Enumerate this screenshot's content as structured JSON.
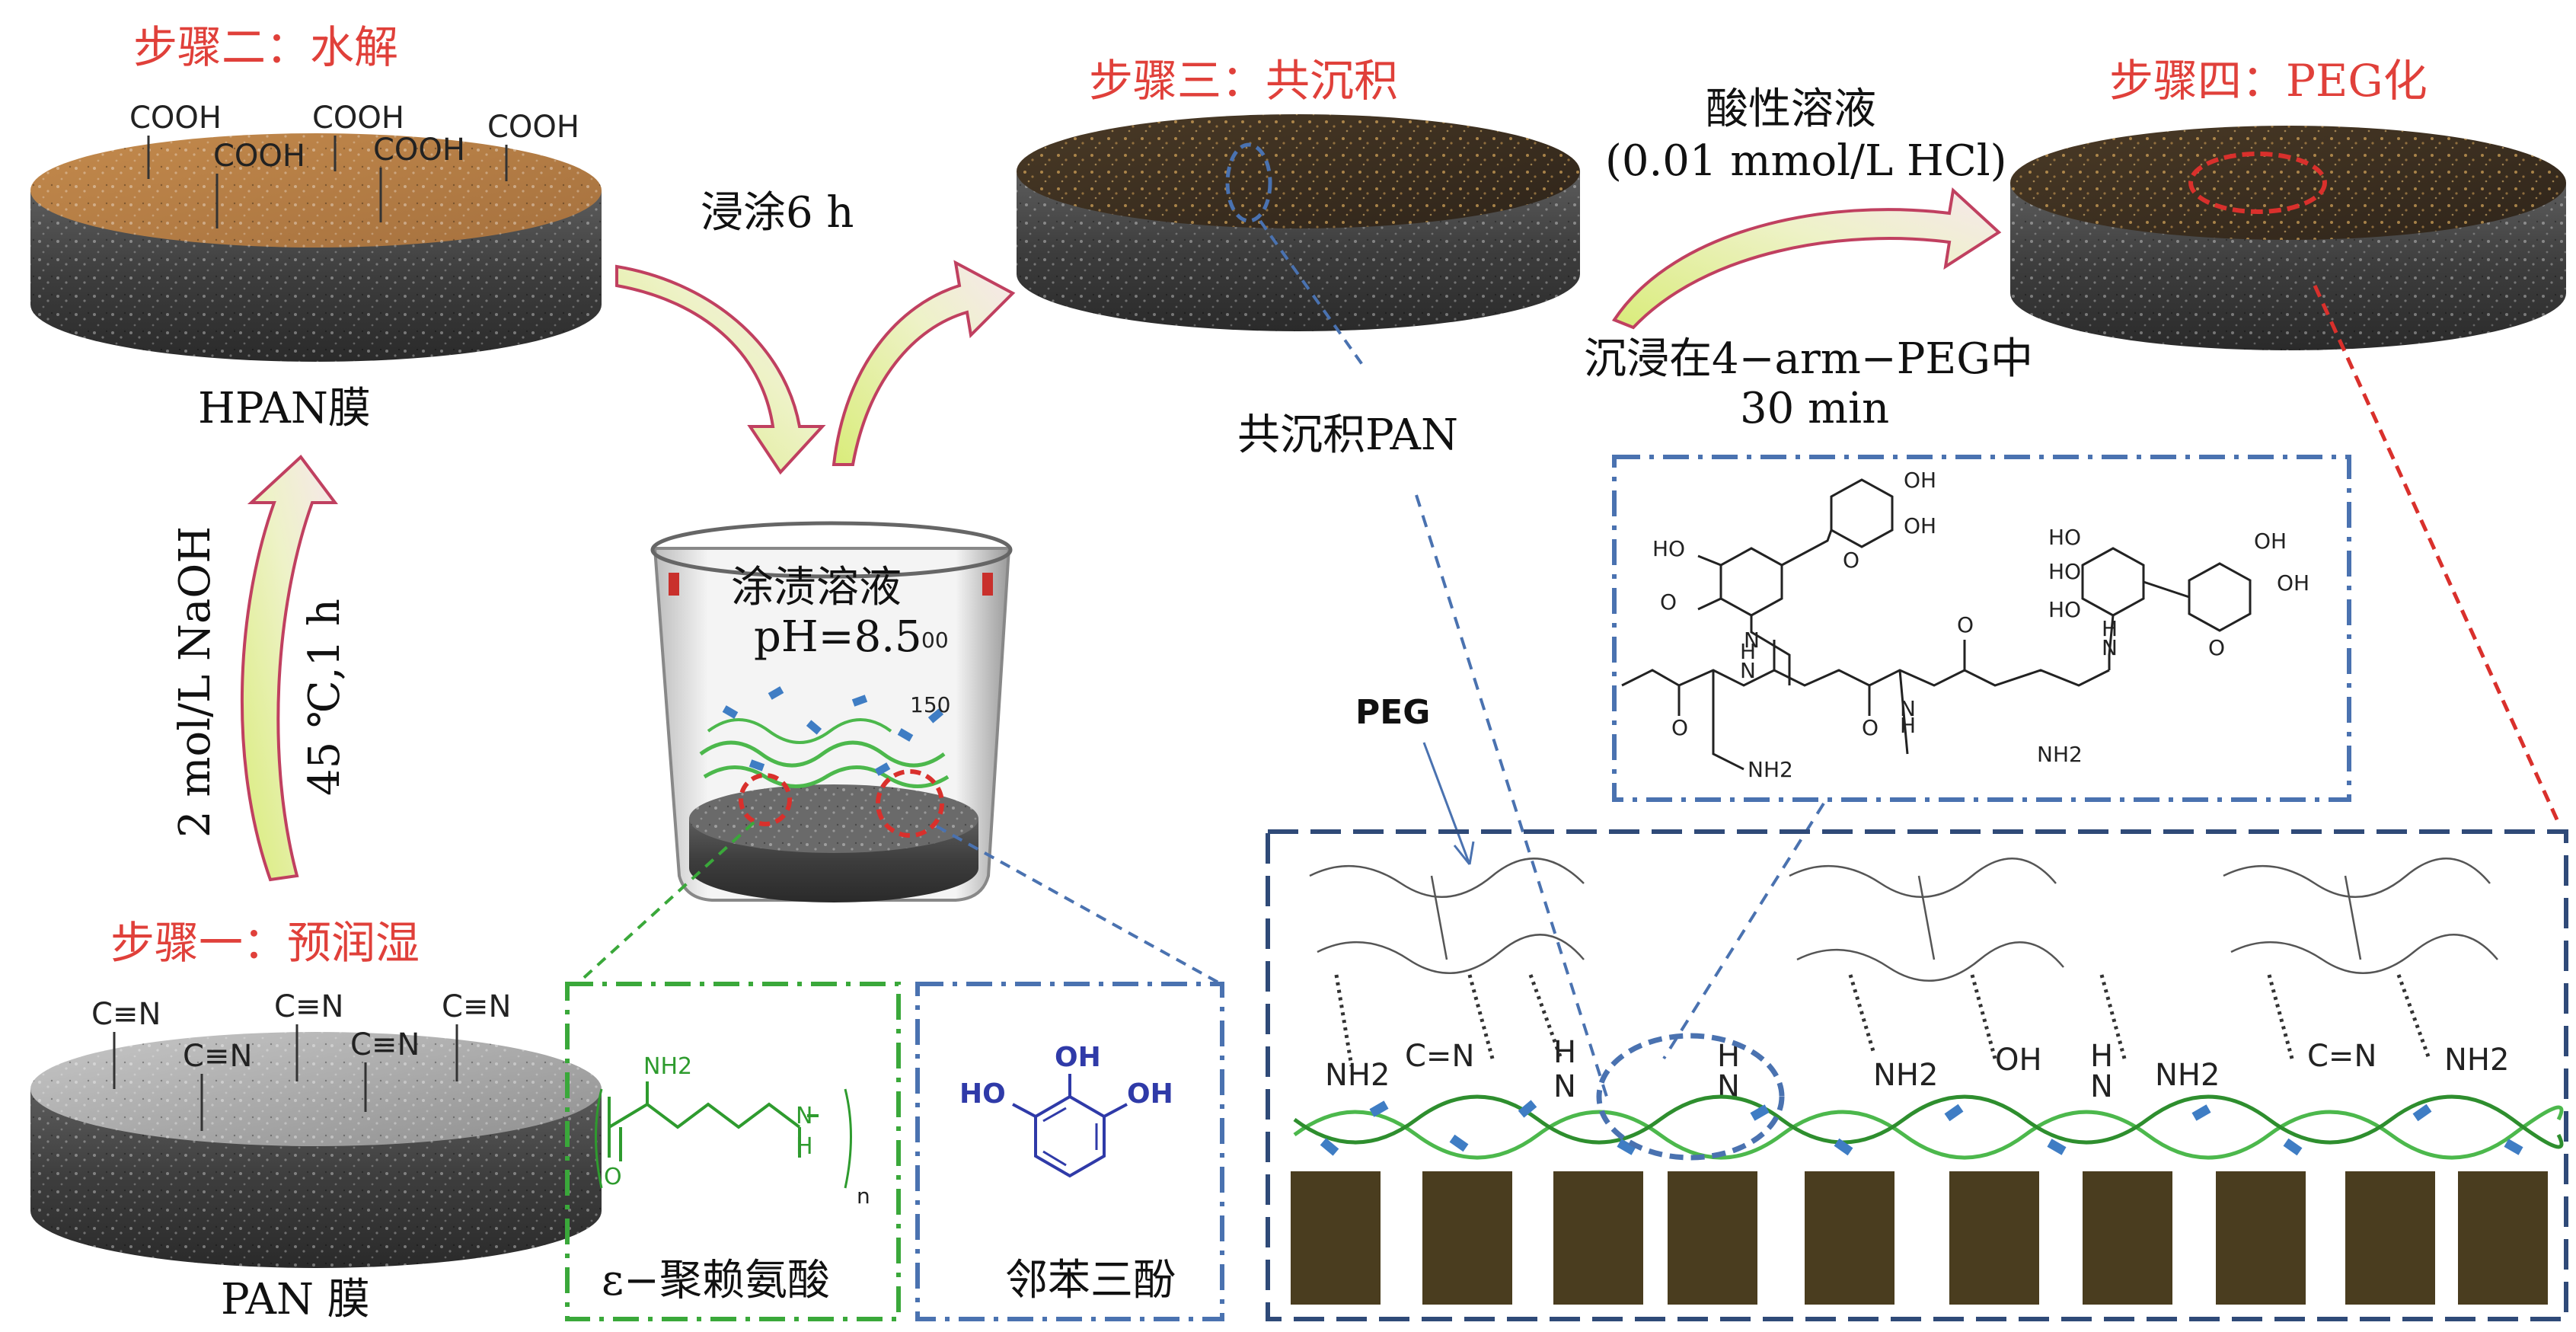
{
  "steps": {
    "step1": "步骤一：预润湿",
    "step2": "步骤二：水解",
    "step3": "步骤三：共沉积",
    "step4": "步骤四：PEG化"
  },
  "membranes": {
    "pan": "PAN 膜",
    "hpan": "HPAN膜",
    "codeposited": "共沉积PAN"
  },
  "groups": {
    "cn": "C≡N",
    "cooh": "COOH"
  },
  "conditions": {
    "hydrolysis_reagent": "2 mol/L NaOH",
    "hydrolysis_temp": "45 ℃,1 h",
    "dip": "浸涂6 h",
    "acid_1": "酸性溶液",
    "acid_2": "(0.01 mmol/L HCl)",
    "immerse_1": "沉浸在4−arm−PEG中",
    "immerse_2": "30 min"
  },
  "beaker": {
    "solution_1": "涂渍溶液",
    "solution_2": "pH=8.5",
    "mark_top": "00",
    "mark_mid": "150"
  },
  "molecules": {
    "polylysine": "ε−聚赖氨酸",
    "pyrogallol": "邻苯三酚",
    "nh2": "NH2",
    "nh2_sub": "NH",
    "nh2_sub2": "2",
    "n": "N",
    "h": "H",
    "oh": "OH",
    "ho": "HO",
    "o": "O",
    "n_index": "n",
    "peg": "PEG",
    "amide": "C=N"
  },
  "colors": {
    "step_red": "#e0403a",
    "green_box": "#3aa83a",
    "blue_box": "#4a72b0",
    "dark_box": "#2f4a78",
    "arrow_edge": "#c04060",
    "arrow_fill": "#d8e88c",
    "membrane_dark": "#4a4a4a",
    "block_brown": "#4a3d1f",
    "chain_green": "#4cb84c"
  }
}
